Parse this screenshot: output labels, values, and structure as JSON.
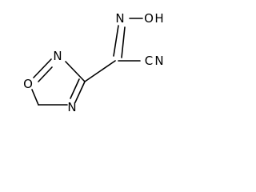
{
  "molecule": {
    "atoms": {
      "hydroxyl_o": "O",
      "hydroxyl_h": "H",
      "oxime_n": "N",
      "ring_o": "O",
      "ring_n2": "N",
      "ring_n4": "N",
      "nitrile_c": "C",
      "nitrile_n": "N"
    },
    "bond_color": "#000000"
  }
}
